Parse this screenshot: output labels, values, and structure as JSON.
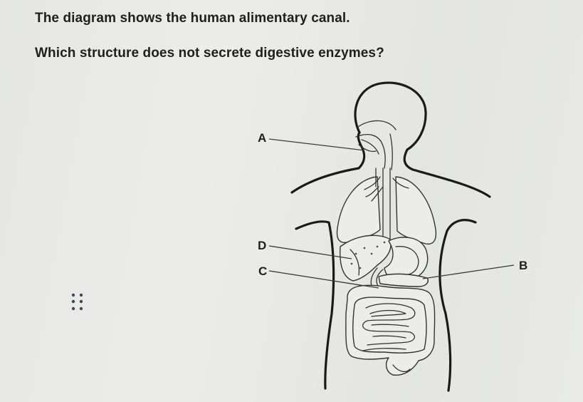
{
  "question": {
    "line1": "The diagram shows the human alimentary canal.",
    "line2": "Which structure does not secrete digestive enzymes?"
  },
  "diagram": {
    "labels": {
      "a": "A",
      "b": "B",
      "c": "C",
      "d": "D"
    }
  },
  "icons": {
    "drag_handle": "drag-handle-icon"
  }
}
